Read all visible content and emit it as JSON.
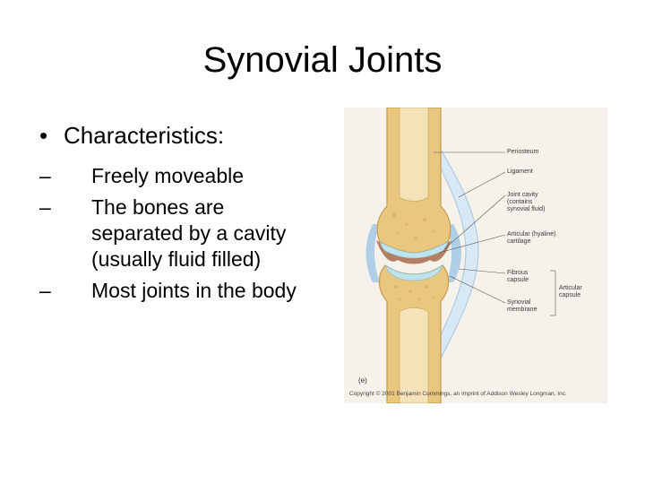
{
  "slide": {
    "title": "Synovial Joints",
    "bullet": {
      "marker": "•",
      "text": "Characteristics:",
      "subs": [
        {
          "marker": "–",
          "text": "Freely moveable"
        },
        {
          "marker": "–",
          "text": "The bones are separated by a cavity (usually fluid filled)"
        },
        {
          "marker": "–",
          "text": "Most joints in the body"
        }
      ]
    }
  },
  "figure": {
    "labels": {
      "periosteum": "Periosteum",
      "ligament": "Ligament",
      "joint_cavity_1": "Joint cavity",
      "joint_cavity_2": "(contains",
      "joint_cavity_3": "synovial fluid)",
      "articular_cartilage_1": "Articular (hyaline)",
      "articular_cartilage_2": "cartilage",
      "fibrous_capsule_1": "Fibrous",
      "fibrous_capsule_2": "capsule",
      "synovial_membrane_1": "Synovial",
      "synovial_membrane_2": "membrane",
      "articular_capsule_1": "Articular",
      "articular_capsule_2": "capsule"
    },
    "part_letter": "(e)",
    "credit": "Copyright © 2001 Benjamin Cummings, an imprint of Addison Wesley Longman, Inc.",
    "colors": {
      "bone": "#e9c77e",
      "marrow": "#f4e2b8",
      "cartilage": "#bfe3ec",
      "capsule": "#9cc6e4",
      "cavity": "#a86a4a",
      "ligament": "#d8e8f4"
    }
  }
}
